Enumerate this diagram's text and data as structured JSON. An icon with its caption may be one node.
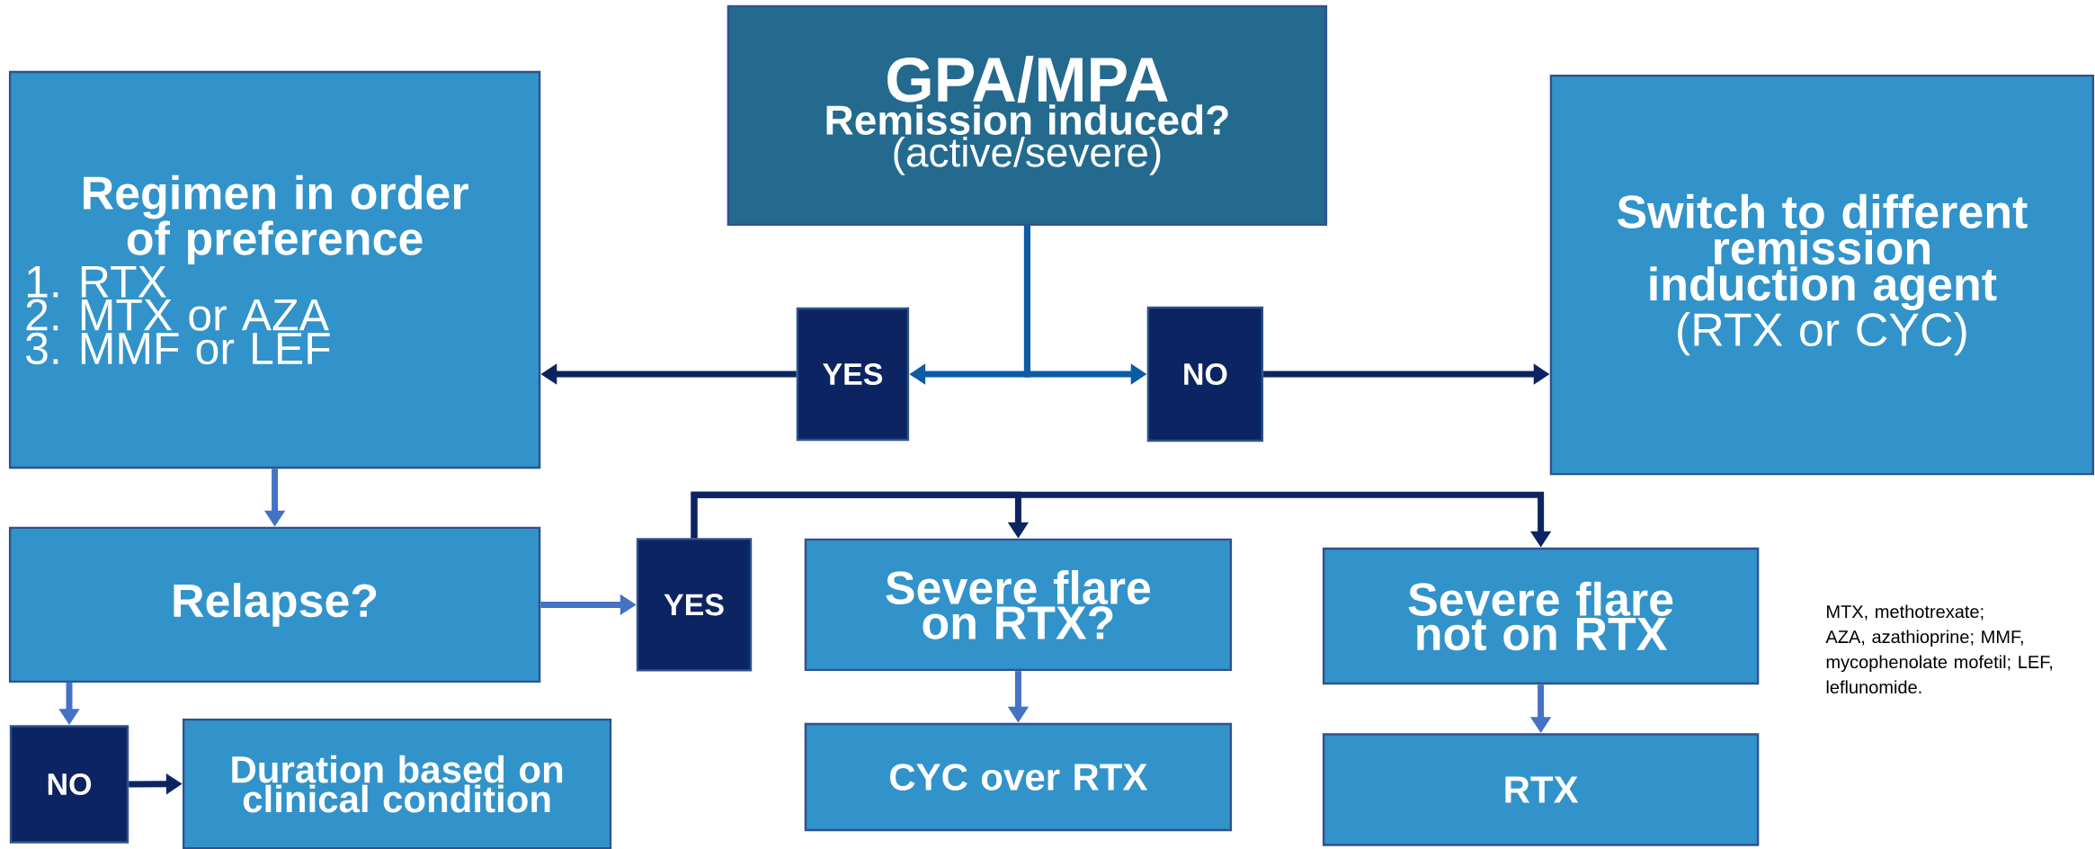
{
  "diagram": {
    "nodes": [
      {
        "text": [
          "GPA/MPA",
          "Remission induced?",
          "(active/severe)"
        ]
      },
      {
        "text": [
          "Regimen in order of preference",
          "1. RTX",
          "2. MTX or AZA",
          "3. MMF or LEF"
        ]
      },
      {
        "text": [
          "YES"
        ]
      },
      {
        "text": [
          "NO"
        ]
      },
      {
        "text": [
          "Switch to different remission induction agent",
          "(RTX or CYC)"
        ]
      },
      {
        "text": [
          "Relapse?"
        ]
      },
      {
        "text": [
          "YES"
        ]
      },
      {
        "text": [
          "Severe flare on RTX?"
        ]
      },
      {
        "text": [
          "Severe flare not on RTX"
        ]
      },
      {
        "text": [
          "NO"
        ]
      },
      {
        "text": [
          "Duration based on clinical condition"
        ]
      },
      {
        "text": [
          "CYC over RTX"
        ]
      },
      {
        "text": [
          "RTX"
        ]
      }
    ],
    "edges": [
      {
        "from": 0,
        "to": 2,
        "arrow": "to",
        "color": "#0b5ba5"
      },
      {
        "from": 0,
        "to": 3,
        "arrow": "to",
        "color": "#0b5ba5"
      },
      {
        "from": 2,
        "to": 1,
        "arrow": "to"
      },
      {
        "from": 3,
        "to": 4,
        "arrow": "to"
      },
      {
        "from": 1,
        "to": 5,
        "arrow": "to",
        "color": "#4472c4"
      },
      {
        "from": 5,
        "to": 6,
        "arrow": "to",
        "color": "#4472c4"
      },
      {
        "from": 5,
        "to": 9,
        "arrow": "to",
        "color": "#4472c4"
      },
      {
        "from": 9,
        "to": 10,
        "arrow": "to"
      },
      {
        "from": 6,
        "to": 7,
        "arrow": "to"
      },
      {
        "from": 6,
        "to": 8,
        "arrow": "to"
      },
      {
        "from": 7,
        "to": 11,
        "arrow": "to",
        "color": "#4472c4"
      },
      {
        "from": 8,
        "to": 12,
        "arrow": "to",
        "color": "#4472c4"
      }
    ],
    "labels": [
      "MTX, methotrexate; AZA, azathioprine; MMF, mycophenolate mofetil; LEF, leflunomide."
    ]
  }
}
